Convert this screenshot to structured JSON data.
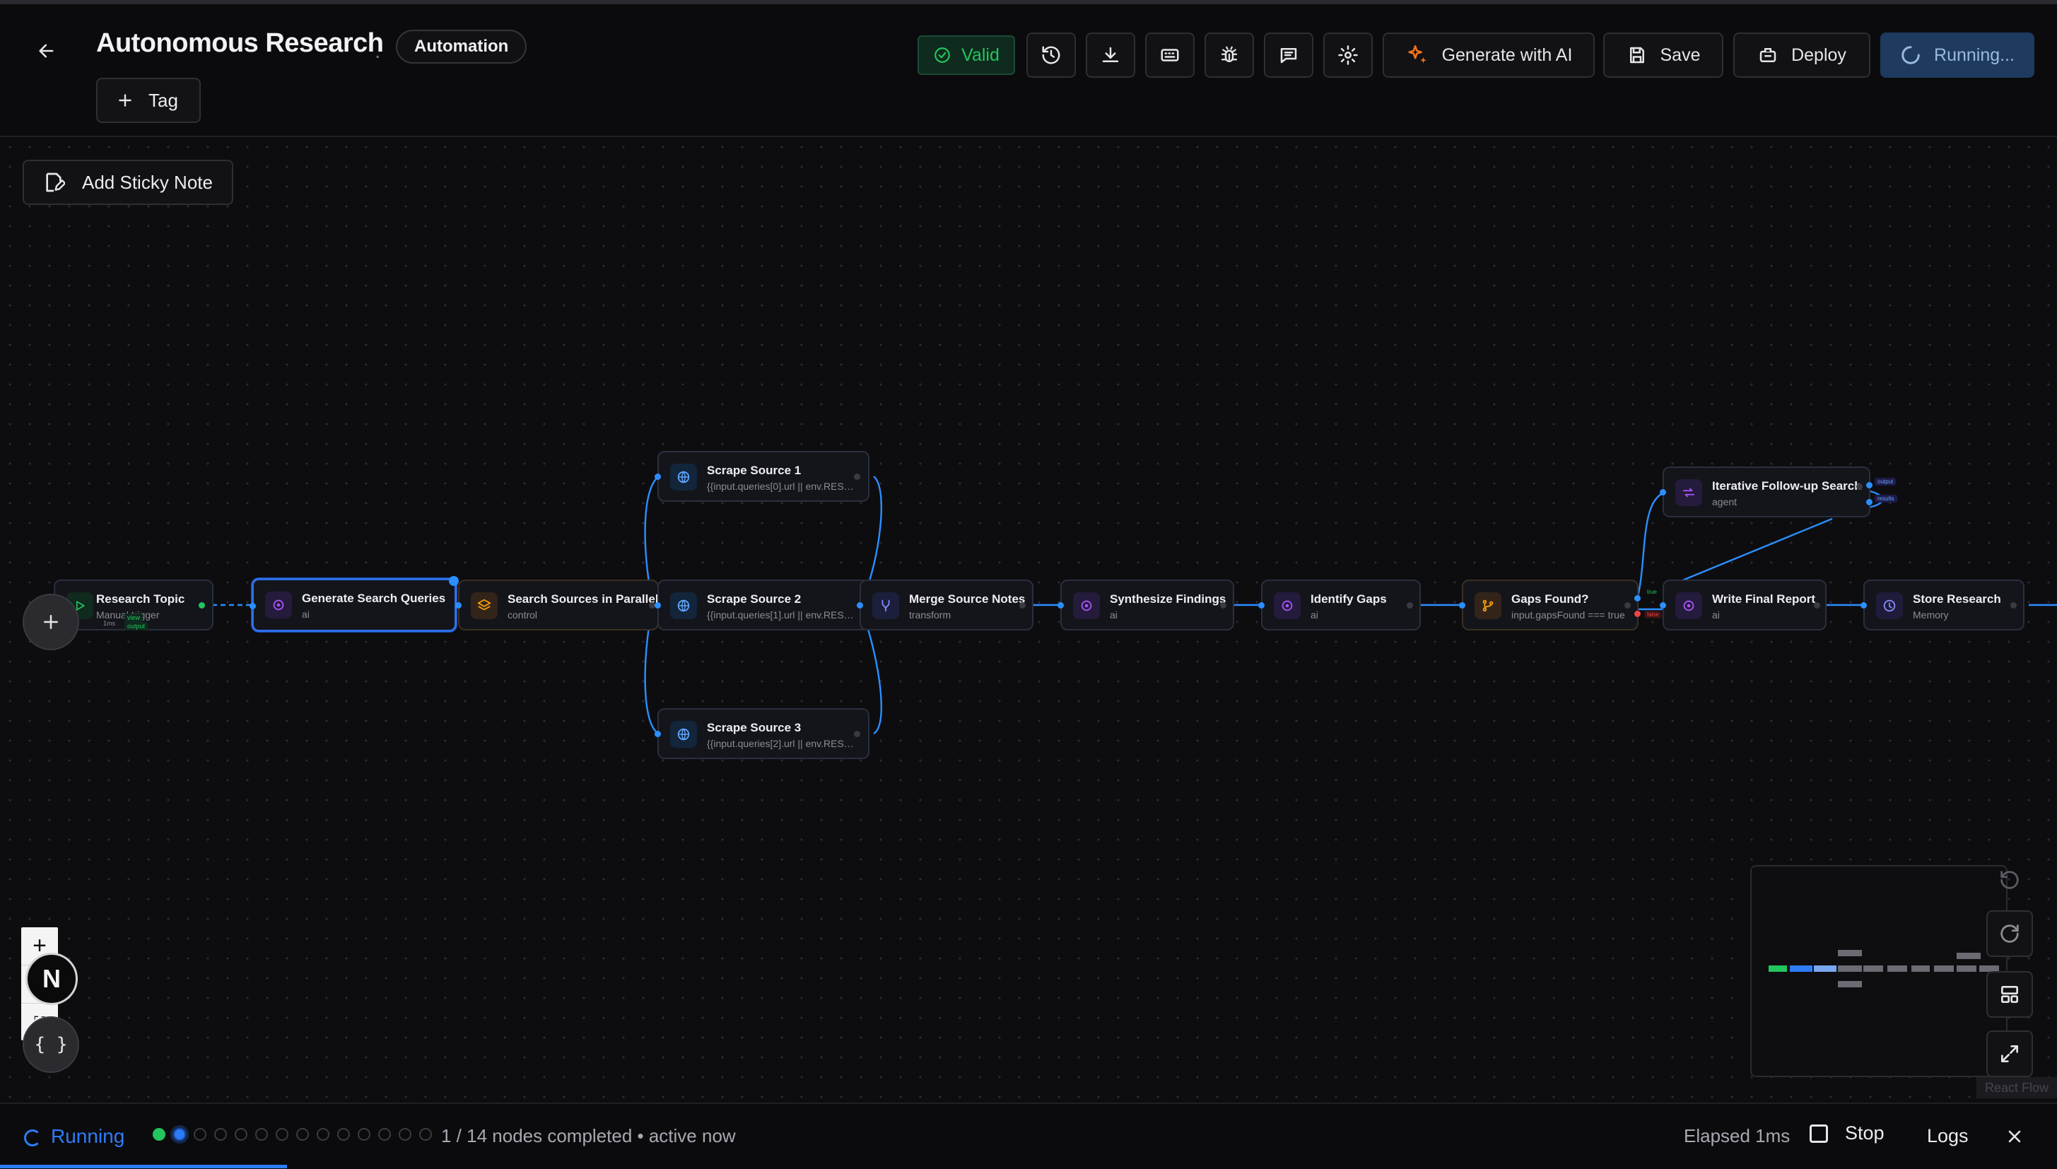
{
  "header": {
    "title": "Autonomous Research",
    "type_badge": "Automation",
    "tag_label": "Tag",
    "valid_label": "Valid",
    "generate_label": "Generate with AI",
    "save_label": "Save",
    "deploy_label": "Deploy",
    "running_label": "Running..."
  },
  "canvas": {
    "sticky_label": "Add Sticky Note",
    "nodes": [
      {
        "title": "Research Topic",
        "sub": "Manual trigger",
        "kind": "trigger"
      },
      {
        "title": "Generate Search Queries",
        "sub": "ai",
        "kind": "ai"
      },
      {
        "title": "Search Sources in Parallel",
        "sub": "control",
        "kind": "control"
      },
      {
        "title": "Scrape Source 1",
        "sub": "{{input.queries[0].url || env.RESE...",
        "kind": "web"
      },
      {
        "title": "Scrape Source 2",
        "sub": "{{input.queries[1].url || env.RESE...",
        "kind": "web"
      },
      {
        "title": "Scrape Source 3",
        "sub": "{{input.queries[2].url || env.RESE...",
        "kind": "web"
      },
      {
        "title": "Merge Source Notes",
        "sub": "transform",
        "kind": "transform"
      },
      {
        "title": "Synthesize Findings",
        "sub": "ai",
        "kind": "ai"
      },
      {
        "title": "Identify Gaps",
        "sub": "ai",
        "kind": "ai"
      },
      {
        "title": "Gaps Found?",
        "sub": "input.gapsFound === true",
        "kind": "condition"
      },
      {
        "title": "Iterative Follow-up Search",
        "sub": "agent",
        "kind": "agent"
      },
      {
        "title": "Write Final Report",
        "sub": "ai",
        "kind": "ai"
      },
      {
        "title": "Store Research",
        "sub": "Memory",
        "kind": "memory"
      }
    ],
    "node0_extra": {
      "time": "1ms",
      "view": "view",
      "output": "output"
    },
    "loop_labels": {
      "output": "output",
      "results": "results"
    },
    "branch_labels": {
      "true": "true",
      "false": "false"
    },
    "attribution": "React Flow"
  },
  "statusbar": {
    "status": "Running",
    "progress": "1 / 14 nodes completed • active now",
    "elapsed": "Elapsed 1ms",
    "stop_label": "Stop",
    "logs_label": "Logs",
    "total_steps": 14,
    "completed_steps": 1,
    "active_step": 2
  },
  "colors": {
    "accent": "#2e7cf6",
    "success": "#22c55e",
    "ai": "#a855f7",
    "control": "#f59e0b"
  }
}
